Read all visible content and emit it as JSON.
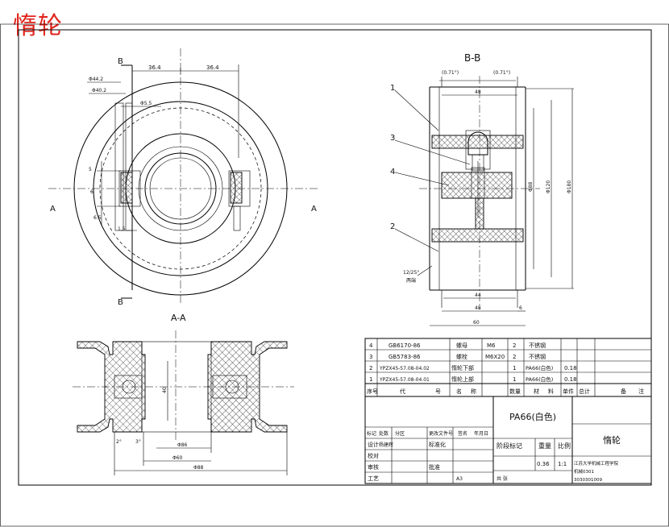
{
  "watermark": "惰轮",
  "views": {
    "section_bb": "B-B",
    "section_aa": "A-A",
    "cut_label_b": "B",
    "cut_label_a": "A"
  },
  "dims_front": {
    "d1": "36.4",
    "d2": "36.4",
    "d3": "Φ44.2",
    "d4": "Φ40.2",
    "d5": "Φ5.5",
    "d6": "1.5",
    "d7": "5",
    "d8": "6.5",
    "d9": "6"
  },
  "dims_bb": {
    "chamfer_left": "(0.71°)",
    "chamfer_right": "(0.71°)",
    "top": "48",
    "d_inner": "Φ88",
    "d_mid": "Φ120",
    "d_outer": "Φ180",
    "bottom_44": "44",
    "bottom_48": "48",
    "bottom_6": "6",
    "bottom_60": "60",
    "thread_note": "12/25°",
    "thread_note2": "两端"
  },
  "dims_aa": {
    "c1": "2°",
    "c2": "3°",
    "d40": "40",
    "w_a": "Φ86",
    "w_b": "Φ60",
    "w_c": "Φ88"
  },
  "balloons": [
    "1",
    "3",
    "4",
    "2"
  ],
  "parts": [
    {
      "no": "4",
      "code": "GB6170-86",
      "name": "螺母",
      "qty_spec": "M6",
      "qty": "2",
      "material": "不锈钢",
      "mass": ""
    },
    {
      "no": "3",
      "code": "GB5783-86",
      "name": "螺栓",
      "qty_spec": "M6X20",
      "qty": "2",
      "material": "不锈钢",
      "mass": ""
    },
    {
      "no": "2",
      "code": "YPZX45-57.08-04.02",
      "name": "惰轮下部",
      "qty_spec": "",
      "qty": "1",
      "material": "PA66(白色)",
      "mass": "0.18"
    },
    {
      "no": "1",
      "code": "YPZX45-57.08-04.01",
      "name": "惰轮上部",
      "qty_spec": "",
      "qty": "1",
      "material": "PA66(白色)",
      "mass": "0.18"
    }
  ],
  "parts_header": [
    "序号",
    "代",
    "号",
    "名",
    "称",
    "数量",
    "材",
    "料",
    "单件",
    "总计",
    "备",
    "注"
  ],
  "title_block": {
    "material": "PA66(白色)",
    "drawing_name": "惰轮",
    "labels": [
      "标记",
      "处数",
      "分区",
      "更改文件号",
      "签名",
      "年月日"
    ],
    "rows": [
      "设计",
      "校对",
      "审核",
      "工艺"
    ],
    "row_right": [
      "标准化",
      "批准"
    ],
    "designer": "杨建辉",
    "stage_cols": [
      "阶段标记",
      "重量",
      "比例"
    ],
    "weight": "0.36",
    "scale": "1:1",
    "company": "江苏大学机械工程学院",
    "code1": "机械0301",
    "code2": "3030301009",
    "sheet": "共 张",
    "format": "A3"
  }
}
